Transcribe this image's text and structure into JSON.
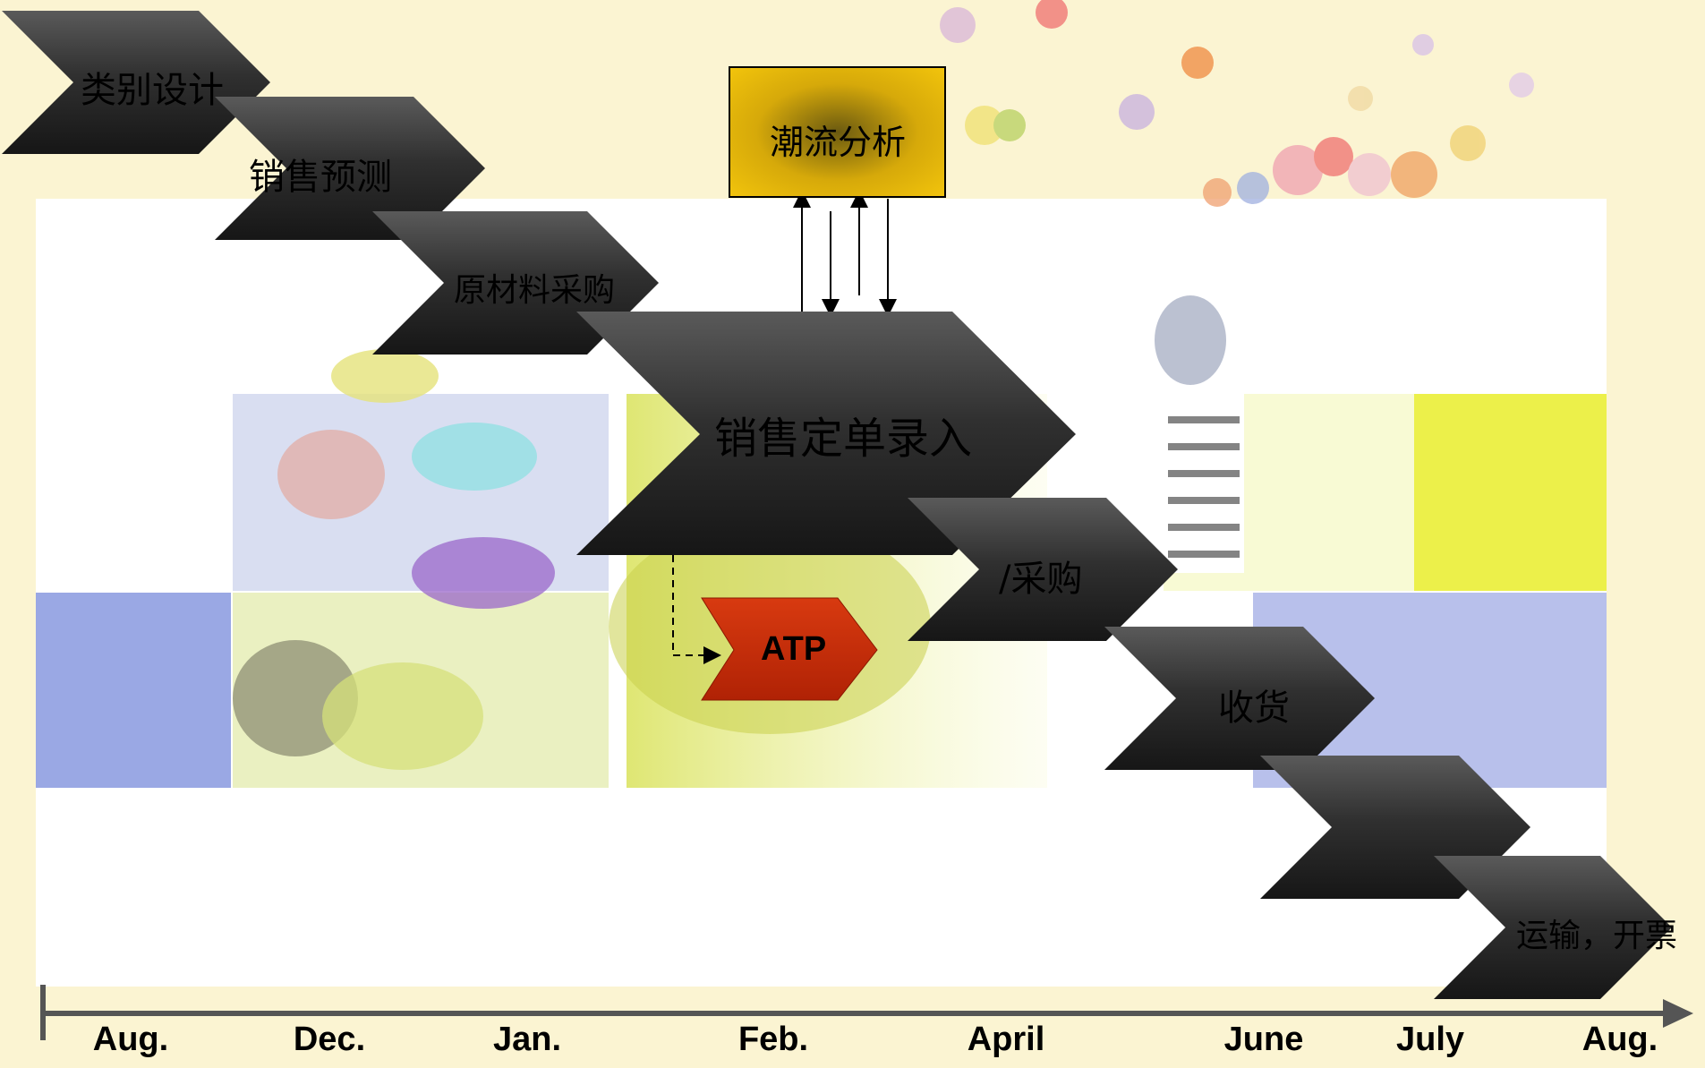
{
  "steps": {
    "category_design": "类别设计",
    "sales_forecast": "销售预测",
    "material_purchase": "原材料采购",
    "order_entry": "销售定单录入",
    "production_purchase": "/采购",
    "receiving": "收货",
    "blank_step": "",
    "shipping_billing": "运输，开票"
  },
  "trend_analysis": "潮流分析",
  "atp": "ATP",
  "timeline": {
    "months": [
      "Aug.",
      "Dec.",
      "Jan.",
      "Feb.",
      "April",
      "June",
      "July",
      "Aug."
    ]
  },
  "colors": {
    "chevron_dark": "#2b2b2b",
    "atp_red": "#c82a08",
    "trend_yellow": "#f4c20a",
    "background": "#fbf4d2"
  }
}
